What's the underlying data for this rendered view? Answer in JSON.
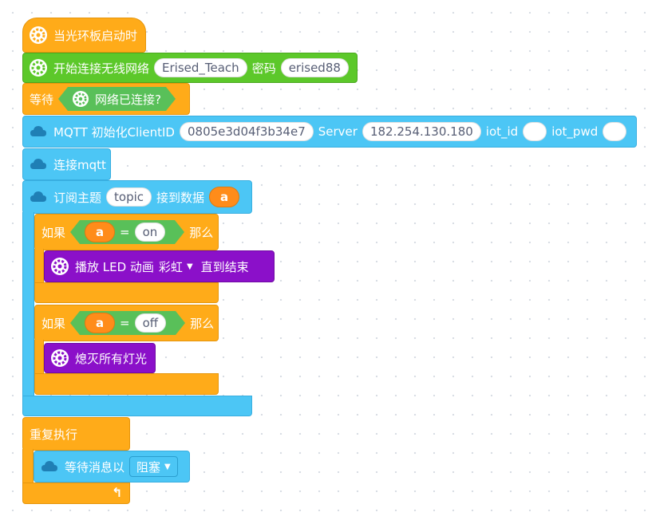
{
  "blocks": {
    "hat": {
      "label": "当光环板启动时"
    },
    "wifi": {
      "label": "开始连接无线网络",
      "ssid": "Erised_Teach",
      "pwd_label": "密码",
      "pwd": "erised88"
    },
    "wait": {
      "label": "等待",
      "condition": "网络已连接?"
    },
    "mqtt_init": {
      "label": "MQTT 初始化ClientID",
      "client_id": "0805e3d04f3b34e7",
      "server_label": "Server",
      "server": "182.254.130.180",
      "iot_id_label": "iot_id",
      "iot_id": "",
      "iot_pwd_label": "iot_pwd",
      "iot_pwd": ""
    },
    "mqtt_connect": {
      "label": "连接mqtt"
    },
    "subscribe": {
      "label": "订阅主题",
      "topic": "topic",
      "recv_label": "接到数据",
      "var": "a"
    },
    "if1": {
      "if_label": "如果",
      "var": "a",
      "op": "=",
      "value": "on",
      "then_label": "那么"
    },
    "led": {
      "label": "播放 LED 动画",
      "anim": "彩虹",
      "until_label": "直到结束"
    },
    "if2": {
      "if_label": "如果",
      "var": "a",
      "op": "=",
      "value": "off",
      "then_label": "那么"
    },
    "off": {
      "label": "熄灭所有灯光"
    },
    "forever": {
      "label": "重复执行"
    },
    "wait_msg": {
      "label": "等待消息以",
      "mode": "阻塞"
    }
  },
  "colors": {
    "event": "#ffab19",
    "wifi": "#5cc82a",
    "control": "#ffab19",
    "mqtt": "#4cc6f5",
    "led": "#8b10c9",
    "operator": "#59c059",
    "variable": "#ff8c1a"
  },
  "icons": {
    "event": "gear-icon",
    "mqtt": "cloud-icon",
    "dropdown": "triangle-down-icon",
    "loop": "loop-arrow-icon"
  }
}
